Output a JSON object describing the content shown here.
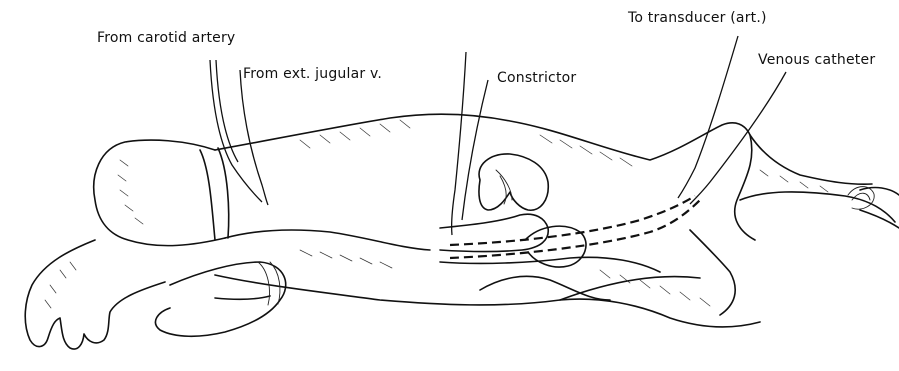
{
  "labels": {
    "carotid": "From carotid artery",
    "jugular": "From ext. jugular v.",
    "constrictor": "Constrictor",
    "transducer": "To transducer (art.)",
    "venous": "Venous catheter"
  }
}
